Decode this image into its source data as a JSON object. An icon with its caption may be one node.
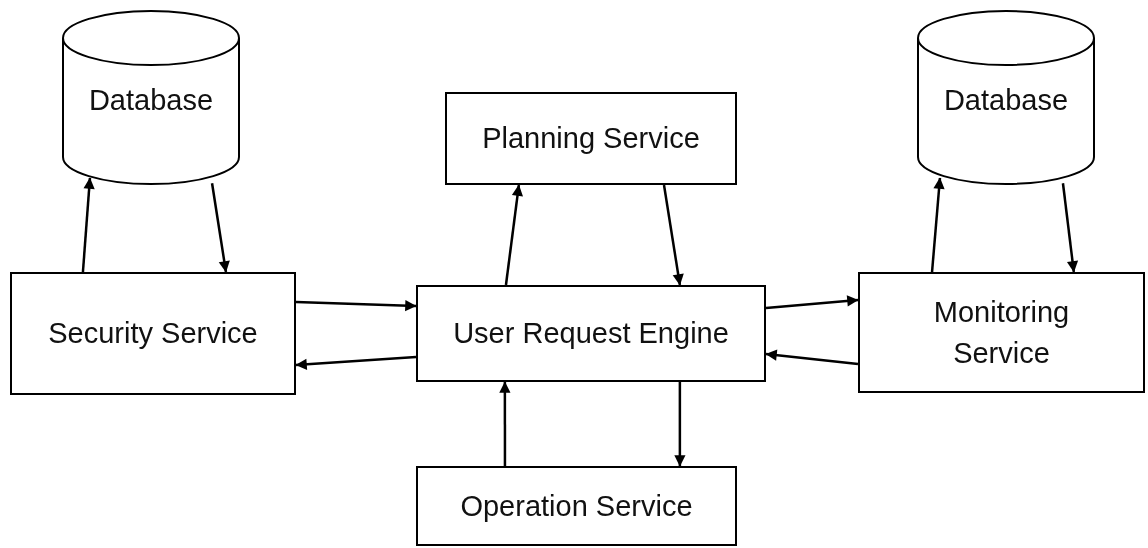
{
  "diagram": {
    "nodes": [
      {
        "text": [
          "Database"
        ]
      },
      {
        "text": [
          "Planning Service"
        ]
      },
      {
        "text": [
          "Database"
        ]
      },
      {
        "text": [
          "Security Service"
        ]
      },
      {
        "text": [
          "User Request Engine"
        ]
      },
      {
        "text": [
          "Monitoring Service"
        ]
      },
      {
        "text": [
          "Operation Service"
        ]
      }
    ],
    "edges": [
      {
        "from": 3,
        "to": 0,
        "arrow": "to"
      },
      {
        "from": 0,
        "to": 3,
        "arrow": "to"
      },
      {
        "from": 3,
        "to": 4,
        "arrow": "to"
      },
      {
        "from": 4,
        "to": 3,
        "arrow": "to"
      },
      {
        "from": 4,
        "to": 1,
        "arrow": "to"
      },
      {
        "from": 1,
        "to": 4,
        "arrow": "to"
      },
      {
        "from": 4,
        "to": 5,
        "arrow": "to"
      },
      {
        "from": 5,
        "to": 4,
        "arrow": "to"
      },
      {
        "from": 5,
        "to": 2,
        "arrow": "to"
      },
      {
        "from": 2,
        "to": 5,
        "arrow": "to"
      },
      {
        "from": 6,
        "to": 4,
        "arrow": "to"
      },
      {
        "from": 4,
        "to": 6,
        "arrow": "to"
      }
    ]
  }
}
